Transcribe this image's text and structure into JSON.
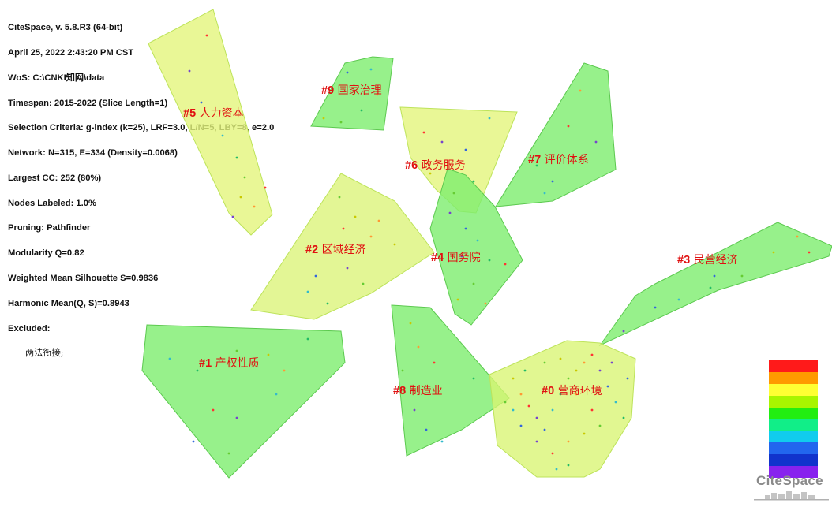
{
  "info": {
    "lines": [
      "CiteSpace, v. 5.8.R3 (64-bit)",
      "April 25, 2022 2:43:20 PM CST",
      "WoS: C:\\CNKI知网\\data",
      "Timespan: 2015-2022 (Slice Length=1)",
      "Selection Criteria: g-index (k=25), LRF=3.0, L/N=5, LBY=8, e=2.0",
      "Network: N=315, E=334 (Density=0.0068)",
      "Largest CC: 252 (80%)",
      "Nodes Labeled: 1.0%",
      "Pruning: Pathfinder",
      "Modularity Q=0.82",
      "Weighted Mean Silhouette S=0.9836",
      "Harmonic Mean(Q, S)=0.8943",
      "Excluded:"
    ],
    "excluded": "两法衔接;"
  },
  "clusters": [
    {
      "id": "#0",
      "name": "营商环境",
      "color": "#d8f572"
    },
    {
      "id": "#1",
      "name": "产权性质",
      "color": "#7ded6e"
    },
    {
      "id": "#2",
      "name": "区域经济",
      "color": "#dcf47a"
    },
    {
      "id": "#3",
      "name": "民营经济",
      "color": "#7ded6e"
    },
    {
      "id": "#4",
      "name": "国务院",
      "color": "#7ded6e"
    },
    {
      "id": "#5",
      "name": "人力资本",
      "color": "#e3f57c"
    },
    {
      "id": "#6",
      "name": "政务服务",
      "color": "#e3f57c"
    },
    {
      "id": "#7",
      "name": "评价体系",
      "color": "#7ded6e"
    },
    {
      "id": "#8",
      "name": "制造业",
      "color": "#7ded6e"
    },
    {
      "id": "#9",
      "name": "国家治理",
      "color": "#7ded6e"
    }
  ],
  "legend_colors": [
    "#ff1a1a",
    "#ff9a00",
    "#ffff33",
    "#a8f500",
    "#22ee11",
    "#11ee88",
    "#11ccee",
    "#2266ee",
    "#1133cc",
    "#8822ee"
  ],
  "brand": "CiteSpace"
}
